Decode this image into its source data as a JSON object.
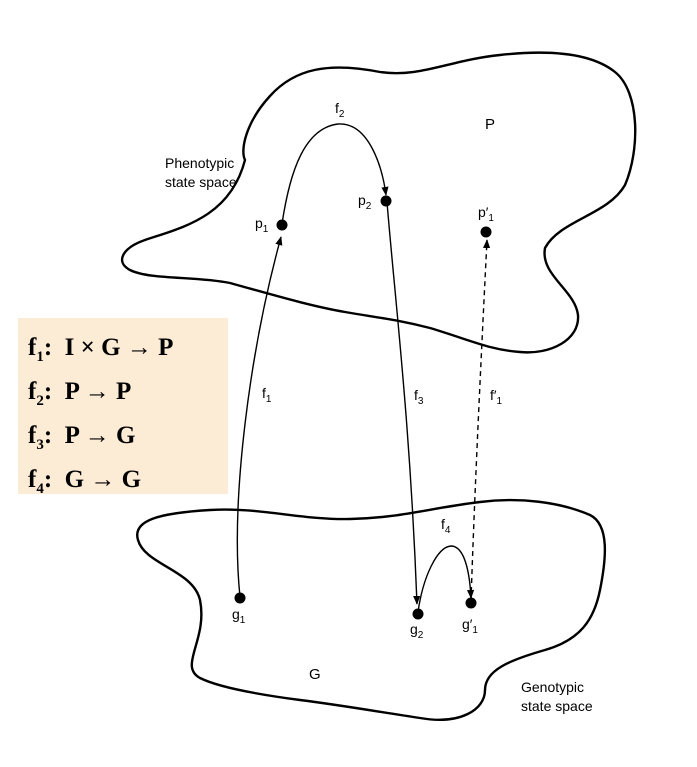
{
  "spaces": {
    "phenotypic": {
      "letter": "P",
      "caption_line1": "Phenotypic",
      "caption_line2": "state space"
    },
    "genotypic": {
      "letter": "G",
      "caption_line1": "Genotypic",
      "caption_line2": "state space"
    }
  },
  "points": {
    "p1": {
      "base": "p",
      "sub": "1"
    },
    "p2": {
      "base": "p",
      "sub": "2"
    },
    "p1_prime": {
      "base": "p′",
      "sub": "1"
    },
    "g1": {
      "base": "g",
      "sub": "1"
    },
    "g2": {
      "base": "g",
      "sub": "2"
    },
    "g1_prime": {
      "base": "g′",
      "sub": "1"
    }
  },
  "mappings": {
    "f1": {
      "base": "f",
      "sub": "1"
    },
    "f2": {
      "base": "f",
      "sub": "2"
    },
    "f3": {
      "base": "f",
      "sub": "3"
    },
    "f4": {
      "base": "f",
      "sub": "4"
    },
    "f1_prime": {
      "base": "f′",
      "sub": "1"
    }
  },
  "legend": [
    {
      "base": "f",
      "sub": "1",
      "rule": ":  I × G → P"
    },
    {
      "base": "f",
      "sub": "2",
      "rule": ":  P → P"
    },
    {
      "base": "f",
      "sub": "3",
      "rule": ":  P → G"
    },
    {
      "base": "f",
      "sub": "4",
      "rule": ":  G → G"
    }
  ],
  "colors": {
    "legend_background": "#fcebd5",
    "ink": "#000000"
  }
}
